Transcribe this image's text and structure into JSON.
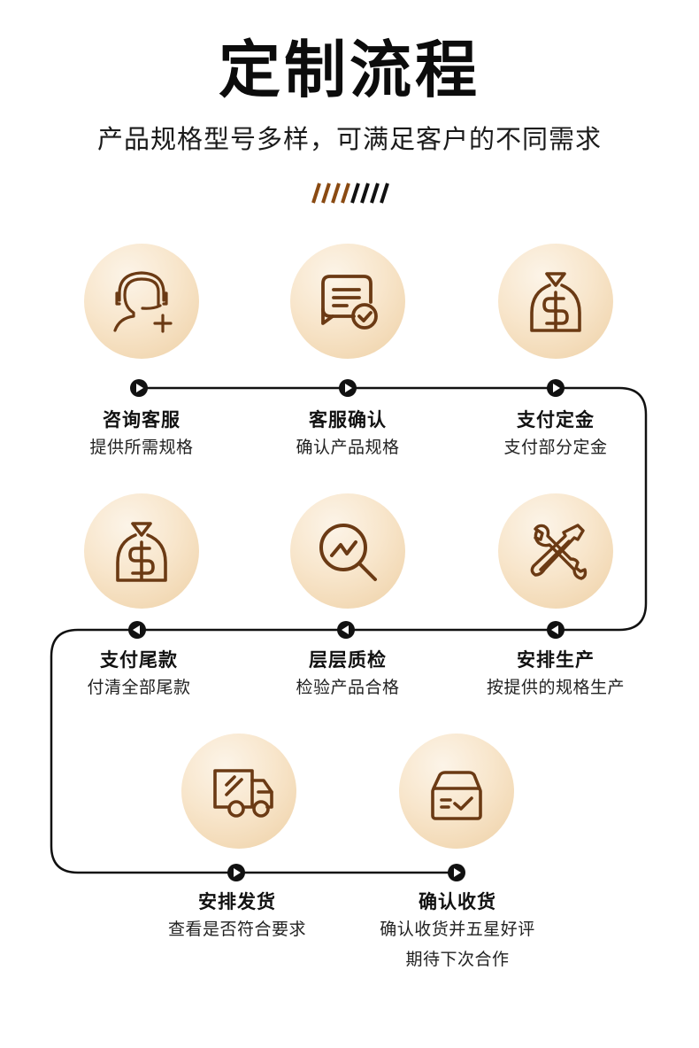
{
  "header": {
    "title": "定制流程",
    "subtitle": "产品规格型号多样，可满足客户的不同需求",
    "divider": {
      "brown_slashes": 4,
      "black_slashes": 4,
      "brown": "#8a4a12",
      "black": "#111111"
    }
  },
  "colors": {
    "icon": "#6b3a14",
    "circle_light": "#fcf4e8",
    "circle_dark": "#eed0a5",
    "line": "#111111"
  },
  "steps": [
    {
      "title": "咨询客服",
      "desc": [
        "提供所需规格"
      ],
      "icon": "customer-service-headset-icon",
      "direction": "right"
    },
    {
      "title": "客服确认",
      "desc": [
        "确认产品规格"
      ],
      "icon": "document-check-icon",
      "direction": "right"
    },
    {
      "title": "支付定金",
      "desc": [
        "支付部分定金"
      ],
      "icon": "money-bag-icon",
      "direction": "right"
    },
    {
      "title": "安排生产",
      "desc": [
        "按提供的规格生产"
      ],
      "icon": "wrench-screwdriver-icon",
      "direction": "left"
    },
    {
      "title": "层层质检",
      "desc": [
        "检验产品合格"
      ],
      "icon": "magnifier-chart-icon",
      "direction": "left"
    },
    {
      "title": "支付尾款",
      "desc": [
        "付清全部尾款"
      ],
      "icon": "money-bag-icon",
      "direction": "left"
    },
    {
      "title": "安排发货",
      "desc": [
        "查看是否符合要求"
      ],
      "icon": "delivery-truck-icon",
      "direction": "right"
    },
    {
      "title": "确认收货",
      "desc": [
        "确认收货并五星好评",
        "期待下次合作"
      ],
      "icon": "package-check-icon",
      "direction": "right"
    }
  ]
}
